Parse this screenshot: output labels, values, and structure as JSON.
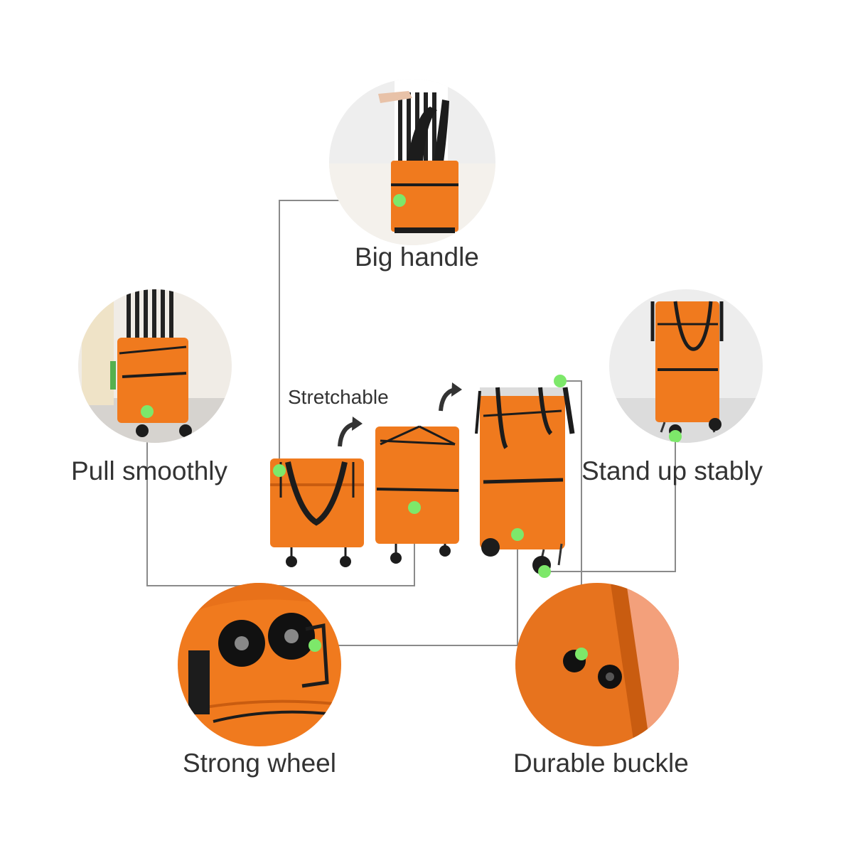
{
  "features": {
    "big_handle": "Big handle",
    "pull_smoothly": "Pull smoothly",
    "stretchable": "Stretchable",
    "stand_up_stably": "Stand up stably",
    "strong_wheel": "Strong wheel",
    "durable_buckle": "Durable buckle"
  },
  "colors": {
    "bag_orange": "#f07a1e",
    "bag_dark_orange": "#c95c10",
    "strap_black": "#1c1c1c",
    "marker_green": "#7de86a",
    "line_gray": "#8a8a8a",
    "label_text": "#333333"
  }
}
